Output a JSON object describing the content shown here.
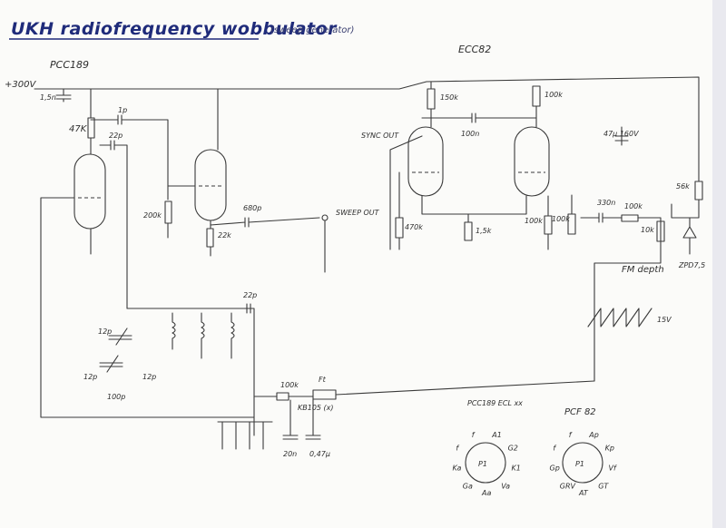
{
  "title": "UKH radiofrequency wobbulator",
  "subtitle": "(sweep generator)",
  "tubes": {
    "left": "PCC189",
    "right": "ECC82"
  },
  "supply": "+300V",
  "labels": {
    "c_supply": "1,5n",
    "r_47k": "47K",
    "c_1p": "1p",
    "c_22p_a": "22p",
    "r_200k": "200k",
    "r_22k": "22k",
    "c_680p": "680p",
    "sweep_out": "SWEEP OUT",
    "r_150k": "150k",
    "r_100k_top": "100k",
    "sync_out": "SYNC OUT",
    "c_100n": "100n",
    "c_47u": "47µ 160V",
    "r_470k": "470k",
    "r_1_5k": "1,5k",
    "r_100k_a": "100k",
    "r_100k_b": "100k",
    "c_330n": "330n",
    "r_100k_c": "100k",
    "r_56k": "56k",
    "p_10k": "10k",
    "zener": "ZPD7,5",
    "fm_depth": "FM depth",
    "c_22p_b": "22p",
    "c_12p_a": "12p",
    "c_12p_b": "12p",
    "c_12p_c": "12p",
    "c_100p": "100p",
    "r_100k_d": "100k",
    "ft": "Ft",
    "diode": "KB105 (x)",
    "c_20n": "20n",
    "c_047": "0,47µ",
    "ramp_level": "15V",
    "pin_left_title": "PCC189 ECL xx",
    "pin_right_title": "PCF 82",
    "pins_left": [
      "f",
      "A1",
      "G2",
      "K1",
      "Va",
      "Aa",
      "Ga",
      "Ka",
      "f"
    ],
    "pins_right": [
      "f",
      "Ap",
      "Kp",
      "Vf",
      "GT",
      "AT",
      "GRV",
      "Gp",
      "f"
    ],
    "pin_center_left": "P1",
    "pin_center_right": "P1"
  }
}
